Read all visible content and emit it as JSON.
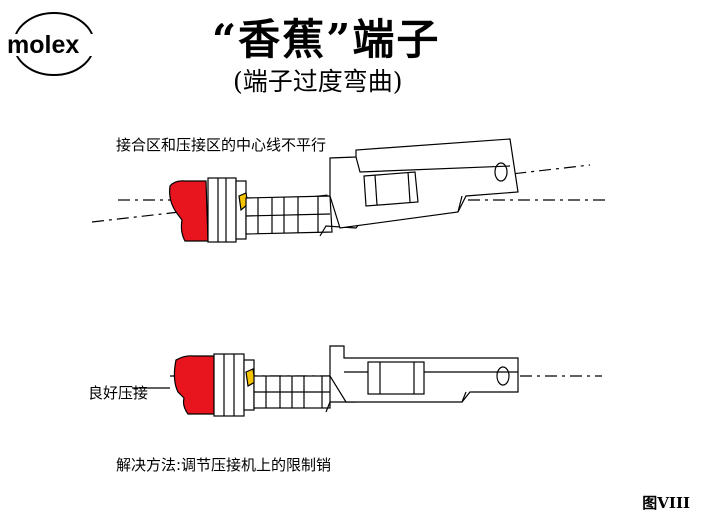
{
  "logo": {
    "text": "molex"
  },
  "title": "“香蕉”端子",
  "subtitle": "(端子过度弯曲)",
  "figure1": {
    "caption": "接合区和压接区的中心线不平行"
  },
  "figure2": {
    "caption": "良好压接"
  },
  "solution": "解决方法:调节压接机上的限制销",
  "figure_number": "图VIII",
  "colors": {
    "insulation": "#e8141e",
    "line": "#000000",
    "plating": "#f5c400"
  }
}
